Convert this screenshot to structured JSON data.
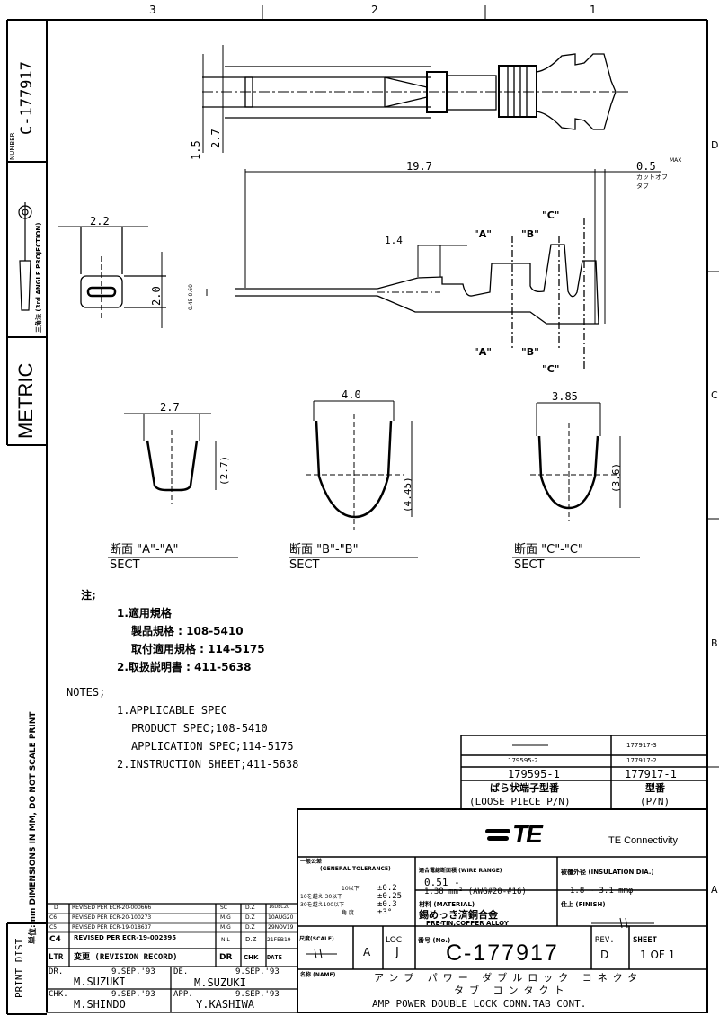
{
  "zones": {
    "top": [
      "3",
      "2",
      "1"
    ],
    "right": [
      "D",
      "C",
      "B",
      "A"
    ]
  },
  "left_strip": {
    "number_label": "NUMBER",
    "number": "C-177917",
    "projection": "三角法 (3rd ANGLE PROJECTION)",
    "metric": "METRIC",
    "dimensions_note": "単位:mm DIMENSIONS IN MM, DO NOT SCALE PRINT",
    "print_dist": "PRINT DIST"
  },
  "dims": {
    "d15": "1.5",
    "d27": "2.7",
    "d22": "2.2",
    "d20": "2.0",
    "d197": "19.7",
    "d05": "0.5",
    "max": "MAX",
    "cutoff1": "カットオフ",
    "cutoff2": "タブ",
    "d14": "1.4",
    "d045": "0.45-0.60",
    "secA_w": "2.7",
    "secA_h": "(2.7)",
    "secB_w": "4.0",
    "secB_h": "(4.45)",
    "secC_w": "3.85",
    "secC_h": "(3.6)",
    "lblA": "\"A\"",
    "lblB": "\"B\"",
    "lblC": "\"C\""
  },
  "sections": [
    {
      "jp": "断面 \"A\"-\"A\"",
      "en": "SECT"
    },
    {
      "jp": "断面 \"B\"-\"B\"",
      "en": "SECT"
    },
    {
      "jp": "断面 \"C\"-\"C\"",
      "en": "SECT"
    }
  ],
  "notes_jp": [
    "注;",
    "1.適用規格",
    "製品規格 : 108-5410",
    "取付適用規格 : 114-5175",
    "2.取扱説明書 : 411-5638"
  ],
  "notes_en": [
    "NOTES;",
    "1.APPLICABLE SPEC",
    "PRODUCT SPEC;108-5410",
    "APPLICATION SPEC;114-5175",
    "2.INSTRUCTION SHEET;411-5638"
  ],
  "pn_table": {
    "rows": [
      [
        "—",
        "177917-3"
      ],
      [
        "179595-2",
        "177917-2"
      ],
      [
        "179595-1",
        "177917-1"
      ]
    ],
    "header_left_jp": "ばら状端子型番",
    "header_left": "(LOOSE PIECE P/N)",
    "header_right_jp": "型番",
    "header_right": "(P/N)"
  },
  "company": {
    "logo": "TE",
    "name": "TE Connectivity"
  },
  "tolerance": {
    "title_jp": "一般公差",
    "title": "(GENERAL TOLERANCE)",
    "rows": [
      [
        "10以下",
        "±0.2"
      ],
      [
        "10を越え 30以下",
        "±0.25"
      ],
      [
        "30を越え100以下",
        "±0.3"
      ],
      [
        "角 度",
        "±3°"
      ]
    ]
  },
  "wire_range": {
    "label": "適合電線断面積 (WIRE RANGE)",
    "line1": "0.51 -",
    "line2": "1.38  mm² (AWG#20-#16)"
  },
  "insulation": {
    "label": "被覆外径 (INSULATION DIA.)",
    "value": "1.8 ~ 3.1    mmφ"
  },
  "material": {
    "label": "材料 (MATERIAL)",
    "jp": "錫めっき済銅合金",
    "en": "PRE-TIN,COPPER ALLOY"
  },
  "finish": {
    "label": "仕上 (FINISH)"
  },
  "scale": {
    "label": "尺度(SCALE)",
    "size": "A",
    "loc_label": "LOC",
    "loc": "J"
  },
  "doc": {
    "no_label": "番号 (No.)",
    "number": "C-177917",
    "rev_label": "REV.",
    "rev": "D",
    "sheet_label": "SHEET",
    "sheet": "1 OF 1"
  },
  "name": {
    "label": "名称 (NAME)",
    "jp1": "アンプ パワー ダブルロック コネクタ",
    "jp2": "タブ コンタクト",
    "en": "AMP POWER DOUBLE LOCK CONN.TAB CONT."
  },
  "revisions": [
    {
      "ltr": "D",
      "desc": "REVISED PER ECR-20-000666",
      "dr": "SC",
      "chk": "D.Z",
      "date": "16DEC20"
    },
    {
      "ltr": "C6",
      "desc": "REVISED PER ECR-20-100273",
      "dr": "M.G",
      "chk": "D.Z",
      "date": "10AUG20"
    },
    {
      "ltr": "C5",
      "desc": "REVISED PER ECR-19-018637",
      "dr": "M.G",
      "chk": "D.Z",
      "date": "29NOV19"
    },
    {
      "ltr": "C4",
      "desc": "REVISED PER ECR-19-002395",
      "dr": "N.L",
      "chk": "D.Z",
      "date": "21FEB19"
    }
  ],
  "rev_header": {
    "ltr": "LTR",
    "desc": "変更 (REVISION RECORD)",
    "dr": "DR",
    "chk": "CHK",
    "date": "DATE"
  },
  "signoff": {
    "dr": {
      "label": "DR.",
      "date": "9.SEP.'93",
      "name": "M.SUZUKI"
    },
    "de": {
      "label": "DE.",
      "date": "9.SEP.'93",
      "name": "M.SUZUKI"
    },
    "chk": {
      "label": "CHK.",
      "date": "9.SEP.'93",
      "name": "M.SHINDO"
    },
    "app": {
      "label": "APP.",
      "date": "9.SEP.'93",
      "name": "Y.KASHIWA"
    }
  }
}
